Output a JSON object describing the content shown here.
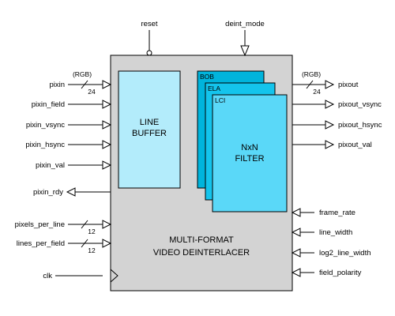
{
  "top_signals": {
    "reset": "reset",
    "deint_mode": "deint_mode"
  },
  "inputs_left": {
    "pixin": "pixin",
    "pixin_field": "pixin_field",
    "pixin_vsync": "pixin_vsync",
    "pixin_hsync": "pixin_hsync",
    "pixin_val": "pixin_val",
    "pixels_per_line": "pixels_per_line",
    "lines_per_field": "lines_per_field",
    "clk": "clk"
  },
  "outputs_left": {
    "pixin_rdy": "pixin_rdy"
  },
  "outputs_right": {
    "pixout": "pixout",
    "pixout_vsync": "pixout_vsync",
    "pixout_hsync": "pixout_hsync",
    "pixout_val": "pixout_val"
  },
  "inputs_right": {
    "frame_rate": "frame_rate",
    "line_width": "line_width",
    "log2_line_width": "log2_line_width",
    "field_polarity": "field_polarity"
  },
  "bus": {
    "rgb_in": "(RGB)",
    "rgb_out": "(RGB)",
    "width_in": "24",
    "width_out": "24",
    "width_ppl": "12",
    "width_lpf": "12"
  },
  "blocks": {
    "line_buffer_1": "LINE",
    "line_buffer_2": "BUFFER",
    "tab_bob": "BOB",
    "tab_ela": "ELA",
    "tab_lci": "LCI",
    "filter_1": "NxN",
    "filter_2": "FILTER"
  },
  "main_title_1": "MULTI-FORMAT",
  "main_title_2": "VIDEO DEINTERLACER",
  "colors": {
    "main_box": "#d3d3d3",
    "line_buffer": "#b3ecfb",
    "bob": "#00b4dc",
    "ela": "#14c4ec",
    "lci": "#5ad8f8",
    "stroke": "#000000"
  }
}
